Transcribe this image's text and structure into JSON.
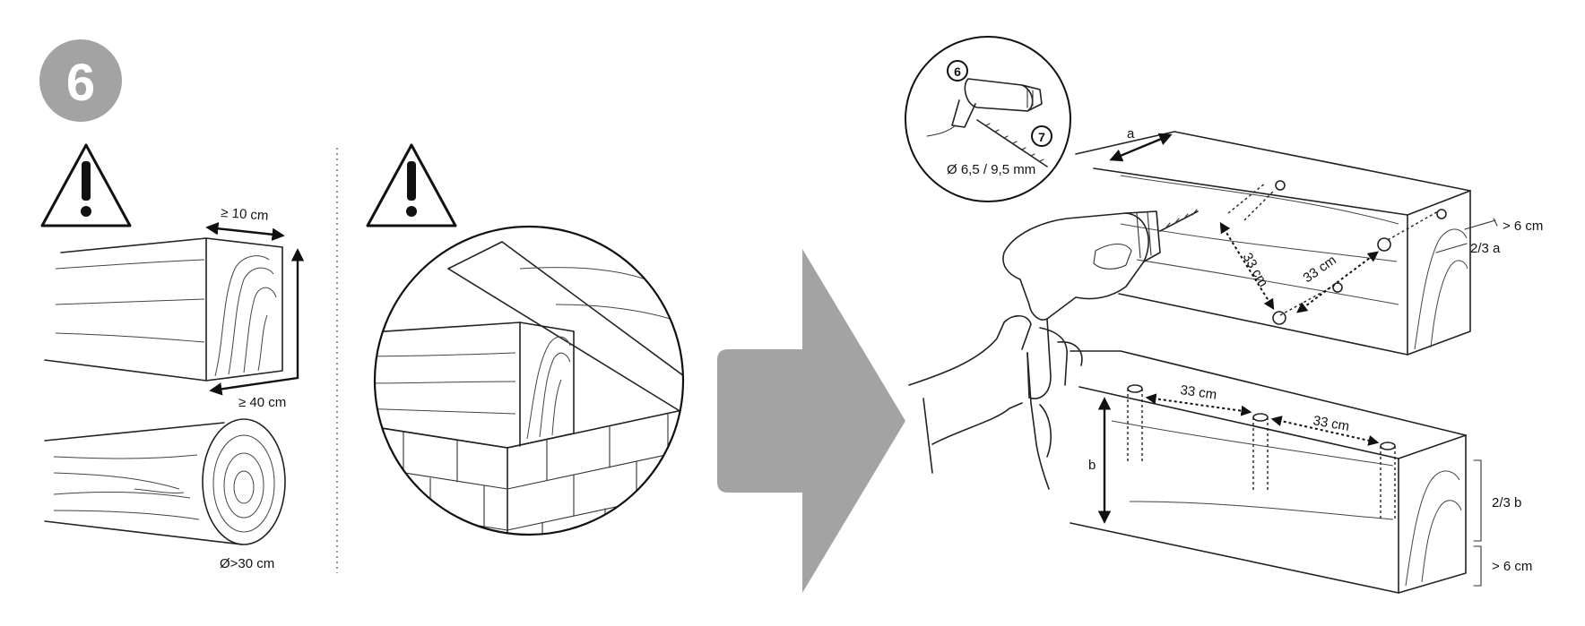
{
  "step": {
    "number": "6"
  },
  "icons": {
    "warning_left": "warning-triangle-icon",
    "warning_middle": "warning-triangle-icon",
    "arrow": "right-arrow-icon",
    "drill": "drill-icon",
    "drill_bit": "drill-bit-icon"
  },
  "left_panel": {
    "beam_width_label": "≥ 10 cm",
    "beam_length_label": "≥ 40 cm",
    "log_diameter_label": "Ø>30 cm"
  },
  "inset": {
    "drill_badge": "6",
    "bit_badge": "7",
    "bit_size_label": "Ø 6,5 / 9,5 mm"
  },
  "top_beam": {
    "width_label": "a",
    "spacing_vertical_label": "33 cm",
    "spacing_diagonal_label": "33 cm",
    "edge_distance_label": "> 6 cm",
    "depth_label": "2/3 a"
  },
  "bottom_beam": {
    "height_label": "b",
    "spacing_1_label": "33 cm",
    "spacing_2_label": "33 cm",
    "depth_label": "2/3 b",
    "edge_distance_label": "> 6 cm"
  },
  "colors": {
    "badge_fill": "#a3a3a3",
    "arrow_fill": "#a3a3a3",
    "line": "#222222"
  }
}
